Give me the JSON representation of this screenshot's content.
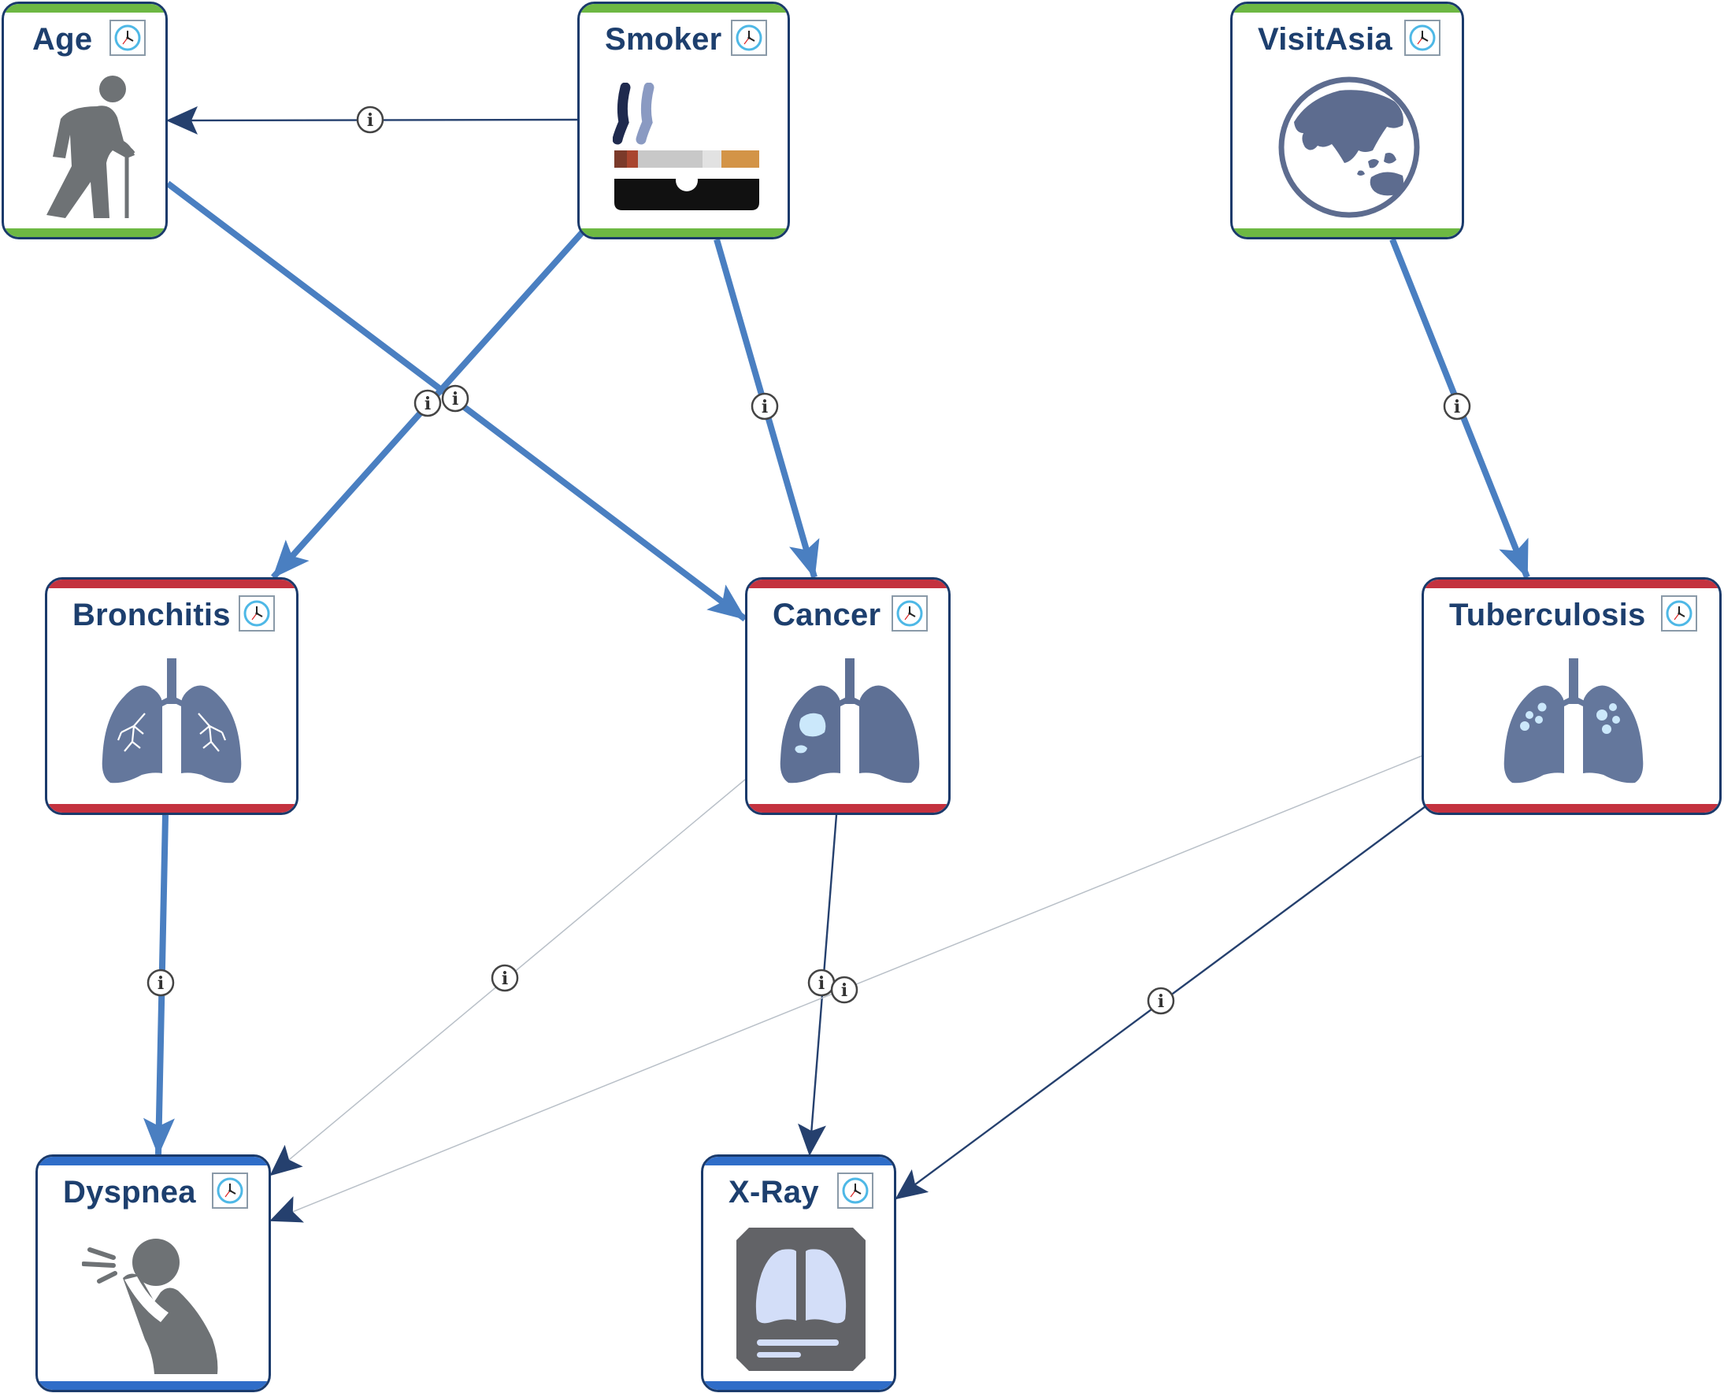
{
  "diagram": {
    "info_glyph": "i",
    "colors": {
      "border": "#1a3a6b",
      "title": "#1d3f6e",
      "root_band": "#6db843",
      "disease_band": "#c4323f",
      "symptom_band": "#2f6dc8",
      "strong_edge": "#4a7fc1",
      "thin_edge": "#25406e",
      "faint_edge": "#b9c0c8",
      "icon_gray": "#6e7275",
      "lung_fill": "#64779c"
    },
    "nodes": [
      {
        "id": "age",
        "label": "Age",
        "category": "root",
        "icon": "elderly-person-icon"
      },
      {
        "id": "smoker",
        "label": "Smoker",
        "category": "root",
        "icon": "cigarette-icon"
      },
      {
        "id": "visitasia",
        "label": "VisitAsia",
        "category": "root",
        "icon": "globe-asia-icon"
      },
      {
        "id": "bronchitis",
        "label": "Bronchitis",
        "category": "disease",
        "icon": "lungs-bronchi-icon"
      },
      {
        "id": "cancer",
        "label": "Cancer",
        "category": "disease",
        "icon": "lungs-tumor-icon"
      },
      {
        "id": "tuberculosis",
        "label": "Tuberculosis",
        "category": "disease",
        "icon": "lungs-spots-icon"
      },
      {
        "id": "dyspnea",
        "label": "Dyspnea",
        "category": "symptom",
        "icon": "coughing-person-icon"
      },
      {
        "id": "xray",
        "label": "X-Ray",
        "category": "symptom",
        "icon": "chest-xray-icon"
      }
    ],
    "edges": [
      {
        "from": "smoker",
        "to": "age",
        "style": "thin"
      },
      {
        "from": "age",
        "to": "cancer",
        "style": "strong"
      },
      {
        "from": "smoker",
        "to": "bronchitis",
        "style": "strong"
      },
      {
        "from": "smoker",
        "to": "cancer",
        "style": "strong"
      },
      {
        "from": "visitasia",
        "to": "tuberculosis",
        "style": "strong"
      },
      {
        "from": "bronchitis",
        "to": "dyspnea",
        "style": "strong"
      },
      {
        "from": "cancer",
        "to": "dyspnea",
        "style": "faint"
      },
      {
        "from": "cancer",
        "to": "xray",
        "style": "thin"
      },
      {
        "from": "tuberculosis",
        "to": "dyspnea",
        "style": "faint"
      },
      {
        "from": "tuberculosis",
        "to": "xray",
        "style": "thin"
      }
    ]
  }
}
